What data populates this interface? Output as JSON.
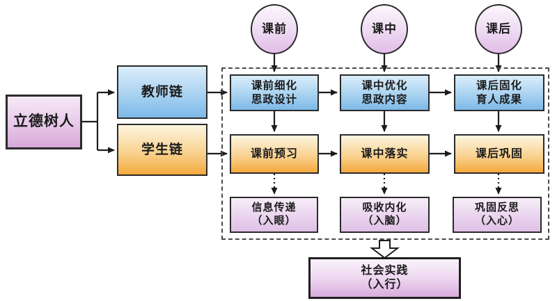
{
  "diagram": {
    "title_hint": "curriculum ideological-political education flow diagram",
    "root": {
      "label": "立德树人"
    },
    "chains": {
      "teacher": {
        "label": "教师链"
      },
      "student": {
        "label": "学生链"
      }
    },
    "phases": [
      {
        "label": "课前"
      },
      {
        "label": "课中"
      },
      {
        "label": "课后"
      }
    ],
    "teacher_steps": [
      {
        "line1": "课前细化",
        "line2": "思政设计"
      },
      {
        "line1": "课中优化",
        "line2": "思政内容"
      },
      {
        "line1": "课后固化",
        "line2": "育人成果"
      }
    ],
    "student_steps": [
      {
        "label": "课前预习"
      },
      {
        "label": "课中落实"
      },
      {
        "label": "课后巩固"
      }
    ],
    "effects": [
      {
        "line1": "信息传递",
        "line2": "（入眼）"
      },
      {
        "line1": "吸收内化",
        "line2": "（入脑）"
      },
      {
        "line1": "巩固反思",
        "line2": "（入心）"
      }
    ],
    "outcome": {
      "line1": "社会实践",
      "line2": "（入行）"
    },
    "colors": {
      "blue_top": "#dbeefb",
      "blue_bottom": "#7cb9e8",
      "orange_top": "#fdf5e0",
      "orange_bottom": "#f3a93c",
      "purple_top": "#faf3fb",
      "purple_bottom": "#d8abdc",
      "line": "#1c1c1c",
      "dashed_frame": "#4a4a4a"
    }
  }
}
